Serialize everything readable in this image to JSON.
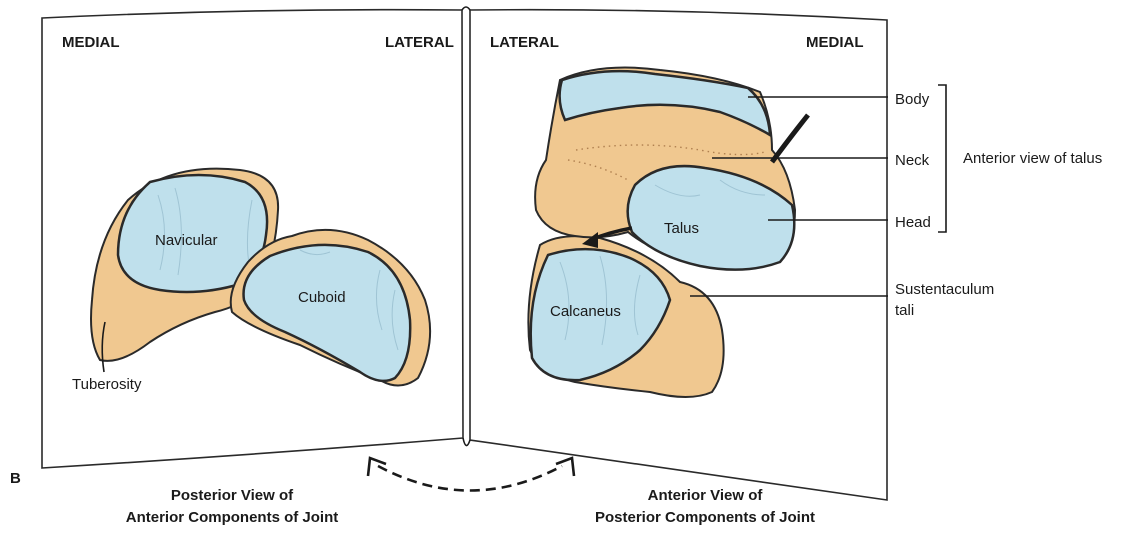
{
  "figure_letter": "B",
  "left_panel": {
    "top_left": "MEDIAL",
    "top_right": "LATERAL",
    "labels": {
      "navicular": "Navicular",
      "cuboid": "Cuboid",
      "tuberosity": "Tuberosity"
    },
    "caption_line1": "Posterior View of",
    "caption_line2": "Anterior Components of Joint"
  },
  "right_panel": {
    "top_left": "LATERAL",
    "top_right": "MEDIAL",
    "labels": {
      "talus": "Talus",
      "calcaneus": "Calcaneus",
      "body": "Body",
      "neck": "Neck",
      "head": "Head",
      "sustentaculum_line1": "Sustentaculum",
      "sustentaculum_line2": "tali",
      "bracket_label": "Anterior view of talus"
    },
    "caption_line1": "Anterior View of",
    "caption_line2": "Posterior Components of Joint"
  },
  "colors": {
    "bone": "#f0c890",
    "articular_cartilage": "#bfe0ec",
    "outline": "#2a2a2a"
  }
}
